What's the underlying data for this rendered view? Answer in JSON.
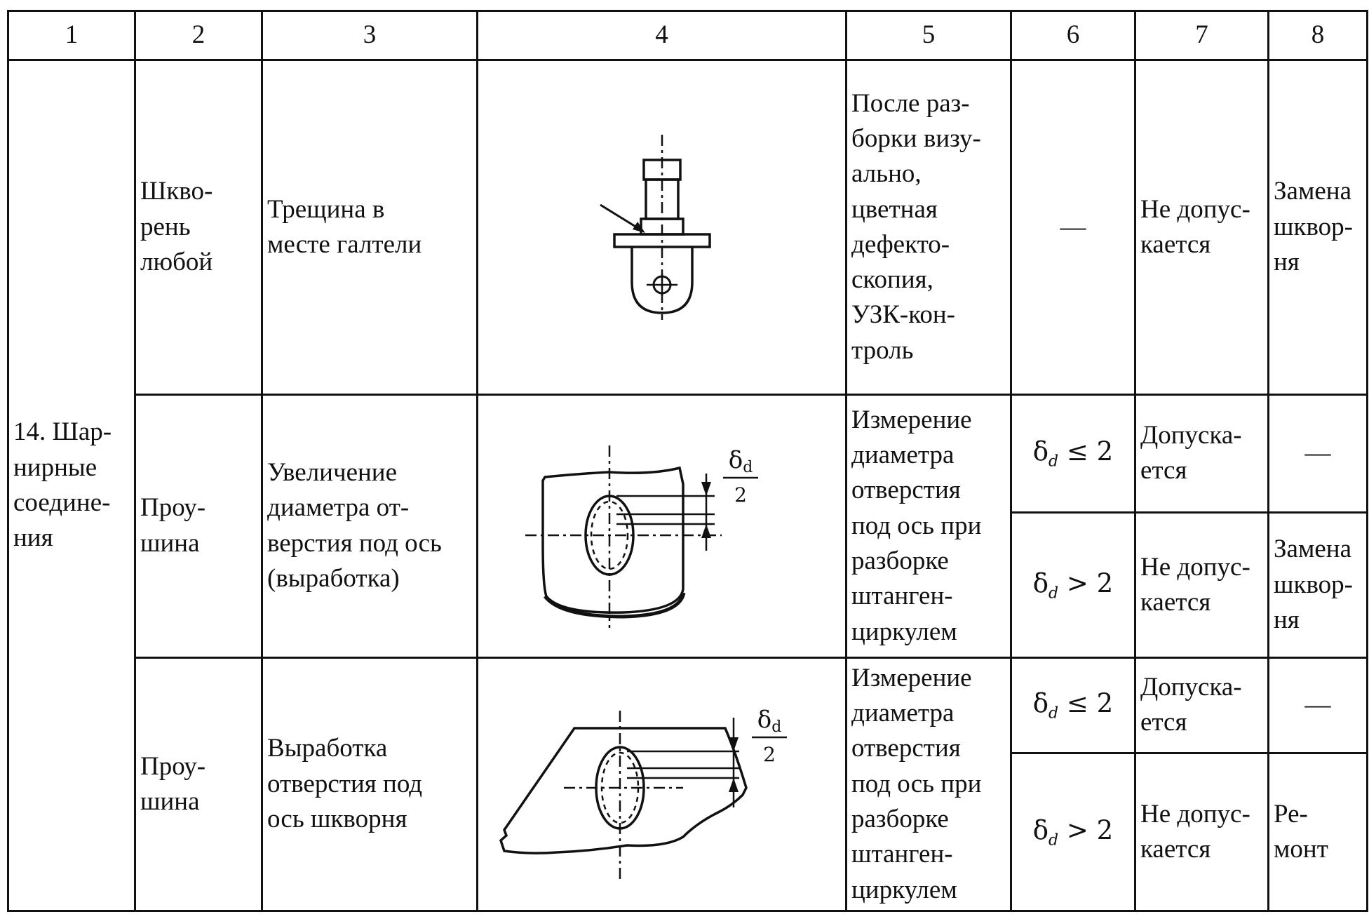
{
  "table": {
    "headers": [
      "1",
      "2",
      "3",
      "4",
      "5",
      "6",
      "7",
      "8"
    ],
    "group": "14. Шар-\nнирные\nсоедине-\nния",
    "rows": [
      {
        "part": "Шкво-\nрень\nлюбой",
        "defect": "Трещина в\nместе галтели",
        "sketch": "kingpin-crack-sketch",
        "method": "После раз-\nборки визу-\nально,\nцветная\nдефекто-\nскопия,\nУЗК-кон-\nтроль",
        "checks": [
          {
            "limit": "—",
            "verdict": "Не допус-\nкается",
            "action": "Замена\nшквор-\nня"
          }
        ]
      },
      {
        "part": "Проу-\nшина",
        "defect": "Увеличение\nдиаметра от-\nверстия под ось\n(выработка)",
        "sketch": "eye-hole-wear-sketch",
        "method": "Измерение\nдиаметра\nотверстия\nпод ось при\nразборке\nштанген-\nциркулем",
        "checks": [
          {
            "limit_symbol": "δ",
            "limit_index": "d",
            "limit_rest": " ≤ 2",
            "verdict": "Допуска-\nется",
            "action": "—"
          },
          {
            "limit_symbol": "δ",
            "limit_index": "d",
            "limit_rest": " > 2",
            "verdict": "Не допус-\nкается",
            "action": "Замена\nшквор-\nня"
          }
        ]
      },
      {
        "part": "Проу-\nшина",
        "defect": "Выработка\nотверстия под\nось шкворня",
        "sketch": "kingpin-hole-wear-sketch",
        "method": "Измерение\nдиаметра\nотверстия\nпод ось при\nразборке\nштанген-\nциркулем",
        "checks": [
          {
            "limit_symbol": "δ",
            "limit_index": "d",
            "limit_rest": " ≤ 2",
            "verdict": "Допуска-\nется",
            "action": "—"
          },
          {
            "limit_symbol": "δ",
            "limit_index": "d",
            "limit_rest": " > 2",
            "verdict": "Не допус-\nкается",
            "action": "Ре-\nмонт"
          }
        ]
      }
    ],
    "sketch_labels": {
      "delta": "δ",
      "index": "d",
      "denominator": "2"
    }
  }
}
